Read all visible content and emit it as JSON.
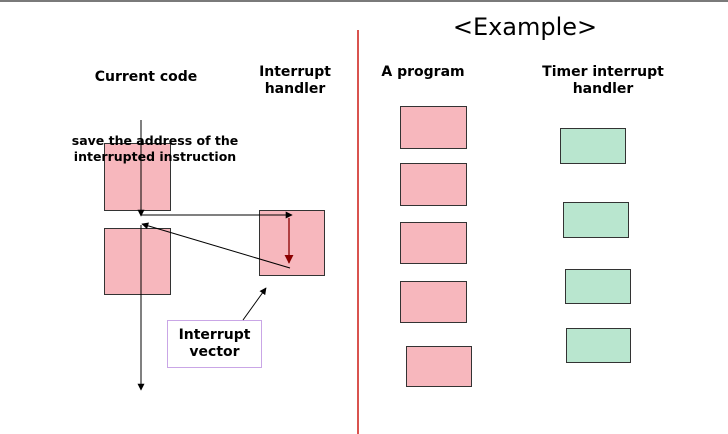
{
  "example_title": "<Example>",
  "left": {
    "current_code_label": "Current code",
    "handler_label_line1": "Interrupt",
    "handler_label_line2": "handler",
    "save_note_line1": "save the address of the",
    "save_note_line2": "interrupted instruction",
    "vector_label_line1": "Interrupt",
    "vector_label_line2": "vector"
  },
  "right": {
    "program_label": "A program",
    "timer_label_line1": "Timer interrupt",
    "timer_label_line2": "handler",
    "program_block_count": 5,
    "timer_block_count": 4
  },
  "colors": {
    "program_block": "#f7b7bd",
    "handler_block": "#b9e6cf",
    "divider": "#d9534f",
    "vector_border": "#c9a6e6"
  }
}
